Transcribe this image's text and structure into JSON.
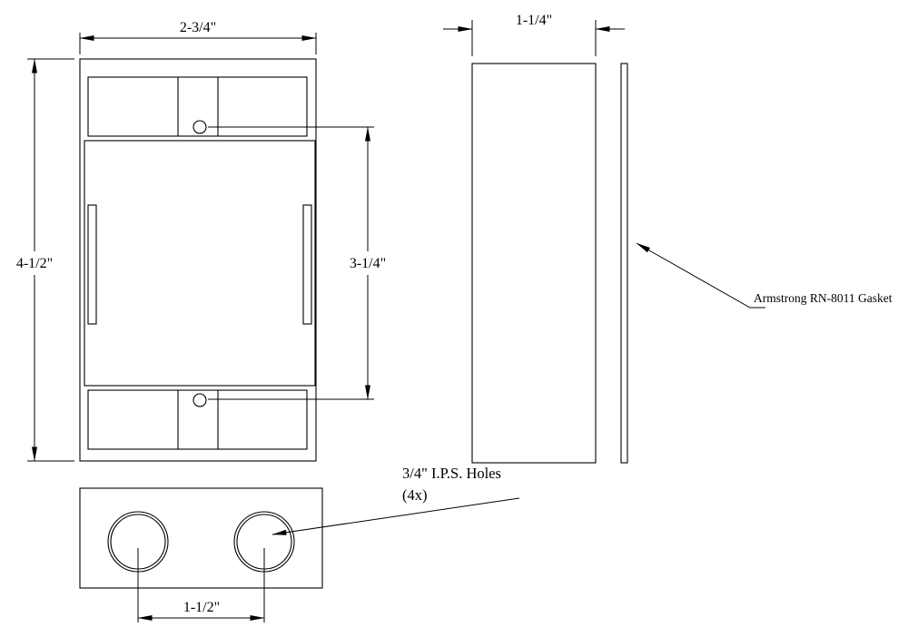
{
  "sheet": {
    "background": "#ffffff",
    "line_color": "#000000"
  },
  "dimensions": {
    "front_width": "2-3/4\"",
    "front_height": "4-1/2\"",
    "hole_to_hole_vertical": "3-1/4\"",
    "side_depth": "1-1/4\"",
    "hole_spacing_horizontal": "1-1/2\""
  },
  "callouts": {
    "ips_holes_line1": "3/4\" I.P.S. Holes",
    "ips_holes_line2": "(4x)",
    "gasket": "Armstrong RN-8011 Gasket"
  }
}
